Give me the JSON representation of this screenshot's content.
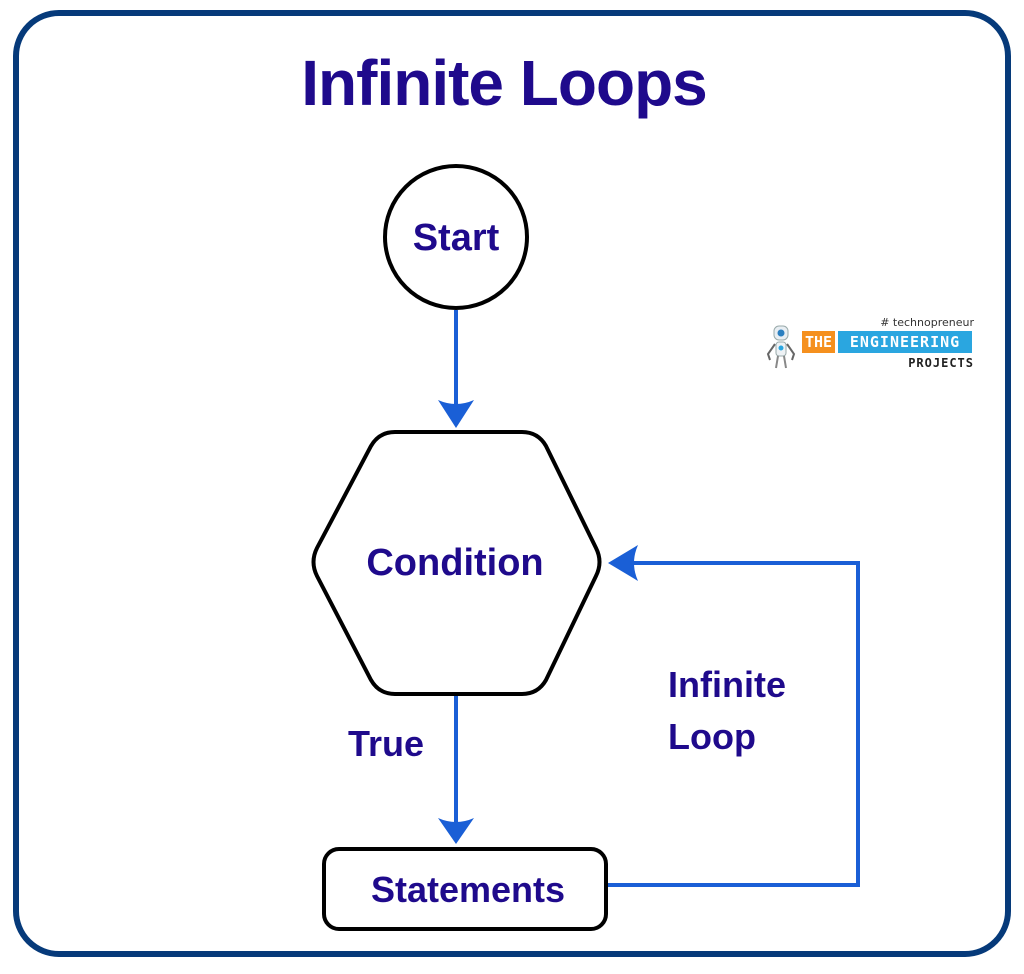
{
  "title": "Infinite Loops",
  "colors": {
    "frame": "#063a7a",
    "text": "#1f0a8c",
    "arrow": "#1a5fd6",
    "node_stroke": "#000000"
  },
  "nodes": {
    "start": {
      "label": "Start",
      "shape": "circle"
    },
    "condition": {
      "label": "Condition",
      "shape": "hexagon"
    },
    "statements": {
      "label": "Statements",
      "shape": "rounded-rectangle"
    }
  },
  "edges": [
    {
      "from": "start",
      "to": "condition",
      "label": ""
    },
    {
      "from": "condition",
      "to": "statements",
      "label": "True"
    },
    {
      "from": "statements",
      "to": "condition",
      "label": "Infinite Loop"
    }
  ],
  "labels": {
    "true": "True",
    "infinite_loop_line1": "Infinite",
    "infinite_loop_line2": "Loop"
  },
  "logo": {
    "tagline": "# technopreneur",
    "the": "THE",
    "engineering": "ENGINEERING",
    "projects": "PROJECTS",
    "icon": "robot-icon"
  }
}
